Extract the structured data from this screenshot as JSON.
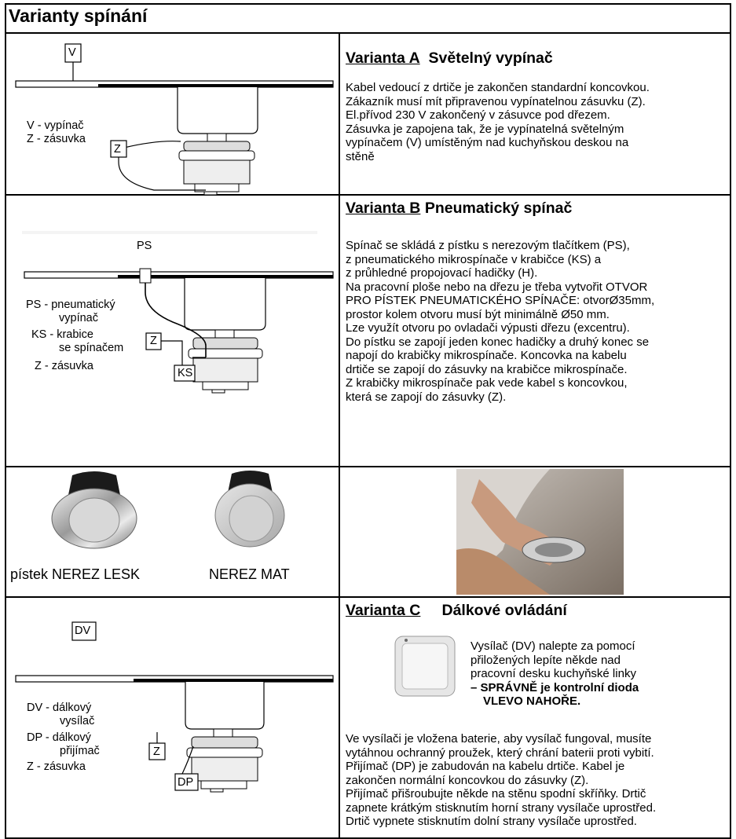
{
  "title": "Varianty spínání",
  "variant_a": {
    "heading_label": "Varianta A",
    "heading_name": "Světelný vypínač",
    "diagram": {
      "box_v": "V",
      "box_z": "Z",
      "legend": [
        "V - vypínač",
        "Z - zásuvka"
      ]
    },
    "lines": [
      "Kabel vedoucí z drtiče je zakončen standardní koncovkou.",
      "Zákazník musí mít připravenou vypínatelnou zásuvku (Z).",
      "El.přívod 230 V zakončený v zásuvce pod dřezem.",
      "Zásuvka je zapojena tak, že je vypínatelná světelným",
      "vypínačem (V) umístěným nad kuchyňskou deskou na",
      "stěně"
    ]
  },
  "variant_b": {
    "heading_label": "Varianta B",
    "heading_name": "Pneumatický spínač",
    "diagram": {
      "top_label": "PS",
      "box_z": "Z",
      "box_ks": "KS",
      "legend": [
        "PS - pneumatický",
        "vypínač",
        "KS - krabice",
        "se spínačem",
        "Z - zásuvka"
      ]
    },
    "lines": [
      "Spínač se skládá z pístku s nerezovým tlačítkem (PS),",
      "z pneumatického mikrospínače v krabičce (KS) a",
      "z průhledné propojovací hadičky (H).",
      "Na pracovní ploše nebo na dřezu je třeba vytvořit OTVOR",
      "PRO PÍSTEK PNEUMATICKÉHO SPÍNAČE: otvorØ35mm,",
      "prostor kolem otvoru musí být minimálně Ø50 mm.",
      "Lze využít otvoru po ovladači výpusti dřezu (excentru).",
      "Do pístku se zapojí jeden konec hadičky a druhý konec se",
      "napojí do krabičky mikrospínače. Koncovka na kabelu",
      "drtiče se zapojí do zásuvky na krabičce mikrospínače.",
      "Z krabičky mikrospínače pak vede kabel s koncovkou,",
      "která se zapojí do zásuvky (Z)."
    ]
  },
  "buttons_row": {
    "caption_lesk": "pístek NEREZ LESK",
    "caption_mat": "NEREZ MAT"
  },
  "variant_c": {
    "heading_label": "Varianta C",
    "heading_name": "Dálkové ovládání",
    "diagram": {
      "box_dv": "DV",
      "box_z": "Z",
      "box_dp": "DP",
      "legend": [
        "DV - dálkový",
        "vysílač",
        "DP - dálkový",
        "přijímač",
        "Z - zásuvka"
      ]
    },
    "side_lines": [
      "Vysílač (DV) nalepte za pomocí",
      "přiložených lepíte někde nad",
      "pracovní desku kuchyňské linky"
    ],
    "side_bold_1": "– SPRÁVNĚ je kontrolní dioda",
    "side_bold_2": "VLEVO NAHOŘE.",
    "lines": [
      "Ve vysílači je vložena baterie, aby vysílač fungoval, musíte",
      "vytáhnou ochranný proužek, který chrání baterii proti vybití.",
      "Přijímač (DP) je zabudován na kabelu drtiče. Kabel je",
      "zakončen normální koncovkou do zásuvky (Z).",
      "Přijímač přišroubujte někde na stěnu spodní skříňky. Drtič",
      "zapnete krátkým stisknutím horní strany vysílače uprostřed.",
      "Drtič vypnete stisknutím dolní strany vysílače uprostřed."
    ]
  }
}
